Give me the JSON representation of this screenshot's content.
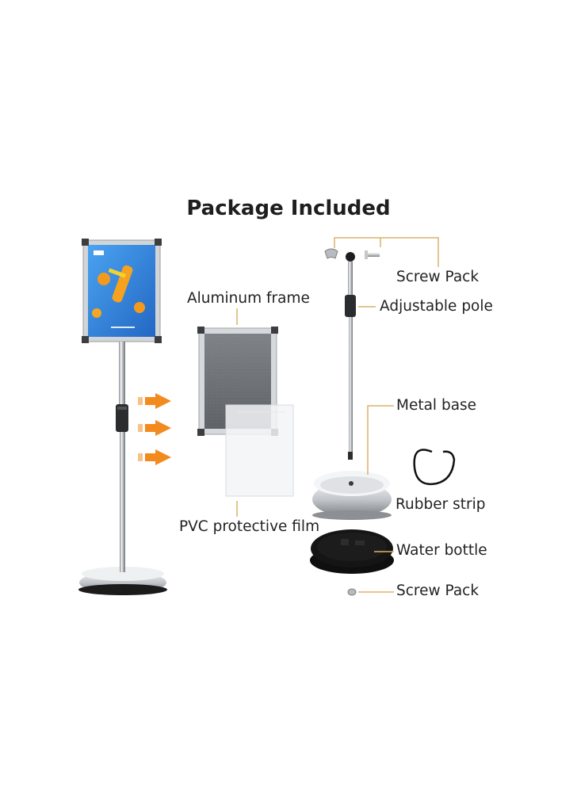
{
  "title": "Package Included",
  "labels": {
    "aluminum_frame": "Aluminum frame",
    "pvc_film": "PVC protective film",
    "screw_pack_top": "Screw Pack",
    "adjustable_pole": "Adjustable pole",
    "metal_base": "Metal base",
    "rubber_strip": "Rubber strip",
    "water_bottle": "Water bottle",
    "screw_pack_bottom": "Screw Pack"
  },
  "colors": {
    "arrow": "#f28a1e",
    "leader_line": "#d8b46a",
    "frame_silver": "#c9ccd0",
    "poster_blue": "#3c8ee0",
    "base_black": "#151515"
  }
}
